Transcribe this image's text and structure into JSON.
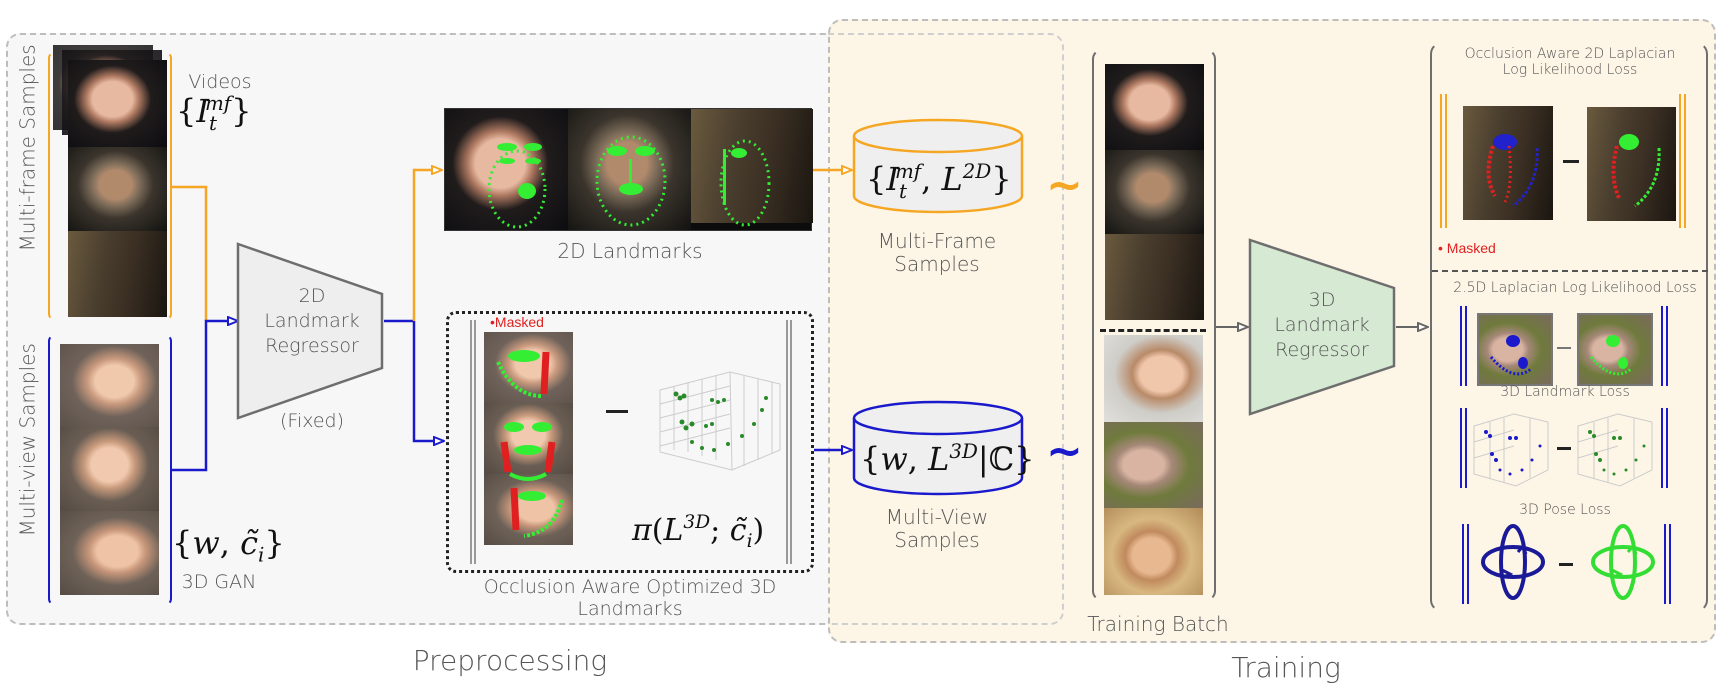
{
  "sections": {
    "preprocessing": "Preprocessing",
    "training": "Training"
  },
  "colors": {
    "multi_frame": "#f5a623",
    "multi_view": "#1a1acc",
    "landmark_green": "#33dd33",
    "masked_red": "#e02020",
    "regressor_2d_fill": "#eeeeee",
    "regressor_3d_fill": "#d6ead3",
    "preprocessing_bg": "#f7f7f7",
    "training_bg": "#fdf6e6"
  },
  "inputs": {
    "multi_frame": {
      "side_label": "Multi-frame Samples",
      "caption": "Videos",
      "math": "{I_t^{mf}}"
    },
    "multi_view": {
      "side_label": "Multi-view Samples",
      "math": "{w, c̃_i}",
      "caption": "3D GAN"
    }
  },
  "regressor_2d": {
    "lines": [
      "2D",
      "Landmark",
      "Regressor"
    ],
    "note": "(Fixed)"
  },
  "landmarks_2d": {
    "caption": "2D Landmarks"
  },
  "optimized_3d": {
    "masked_label": "•Masked",
    "minus": "−",
    "projection_math": "π(L^{3D}; c̃_i)",
    "caption_line1": "Occlusion Aware Optimized 3D",
    "caption_line2": "Landmarks"
  },
  "datasets": {
    "multi_frame": {
      "math": "{I_t^{mf}, L^{2D}}",
      "caption_line1": "Multi-Frame",
      "caption_line2": "Samples",
      "sampling_symbol": "~"
    },
    "multi_view": {
      "math": "{w, L^{3D}|ℂ}",
      "caption_line1": "Multi-View",
      "caption_line2": "Samples",
      "sampling_symbol": "~"
    }
  },
  "training_batch": {
    "caption": "Training Batch"
  },
  "regressor_3d": {
    "lines": [
      "3D",
      "Landmark",
      "Regressor"
    ]
  },
  "losses": {
    "loss_2d_title_line1": "Occlusion Aware 2D Laplacian",
    "loss_2d_title_line2": "Log Likelihood Loss",
    "masked_label": "• Masked",
    "loss_25d_title": "2.5D Laplacian Log Likelihood Loss",
    "loss_3d_landmark_title": "3D Landmark Loss",
    "loss_3d_pose_title": "3D Pose Loss",
    "minus": "−"
  }
}
